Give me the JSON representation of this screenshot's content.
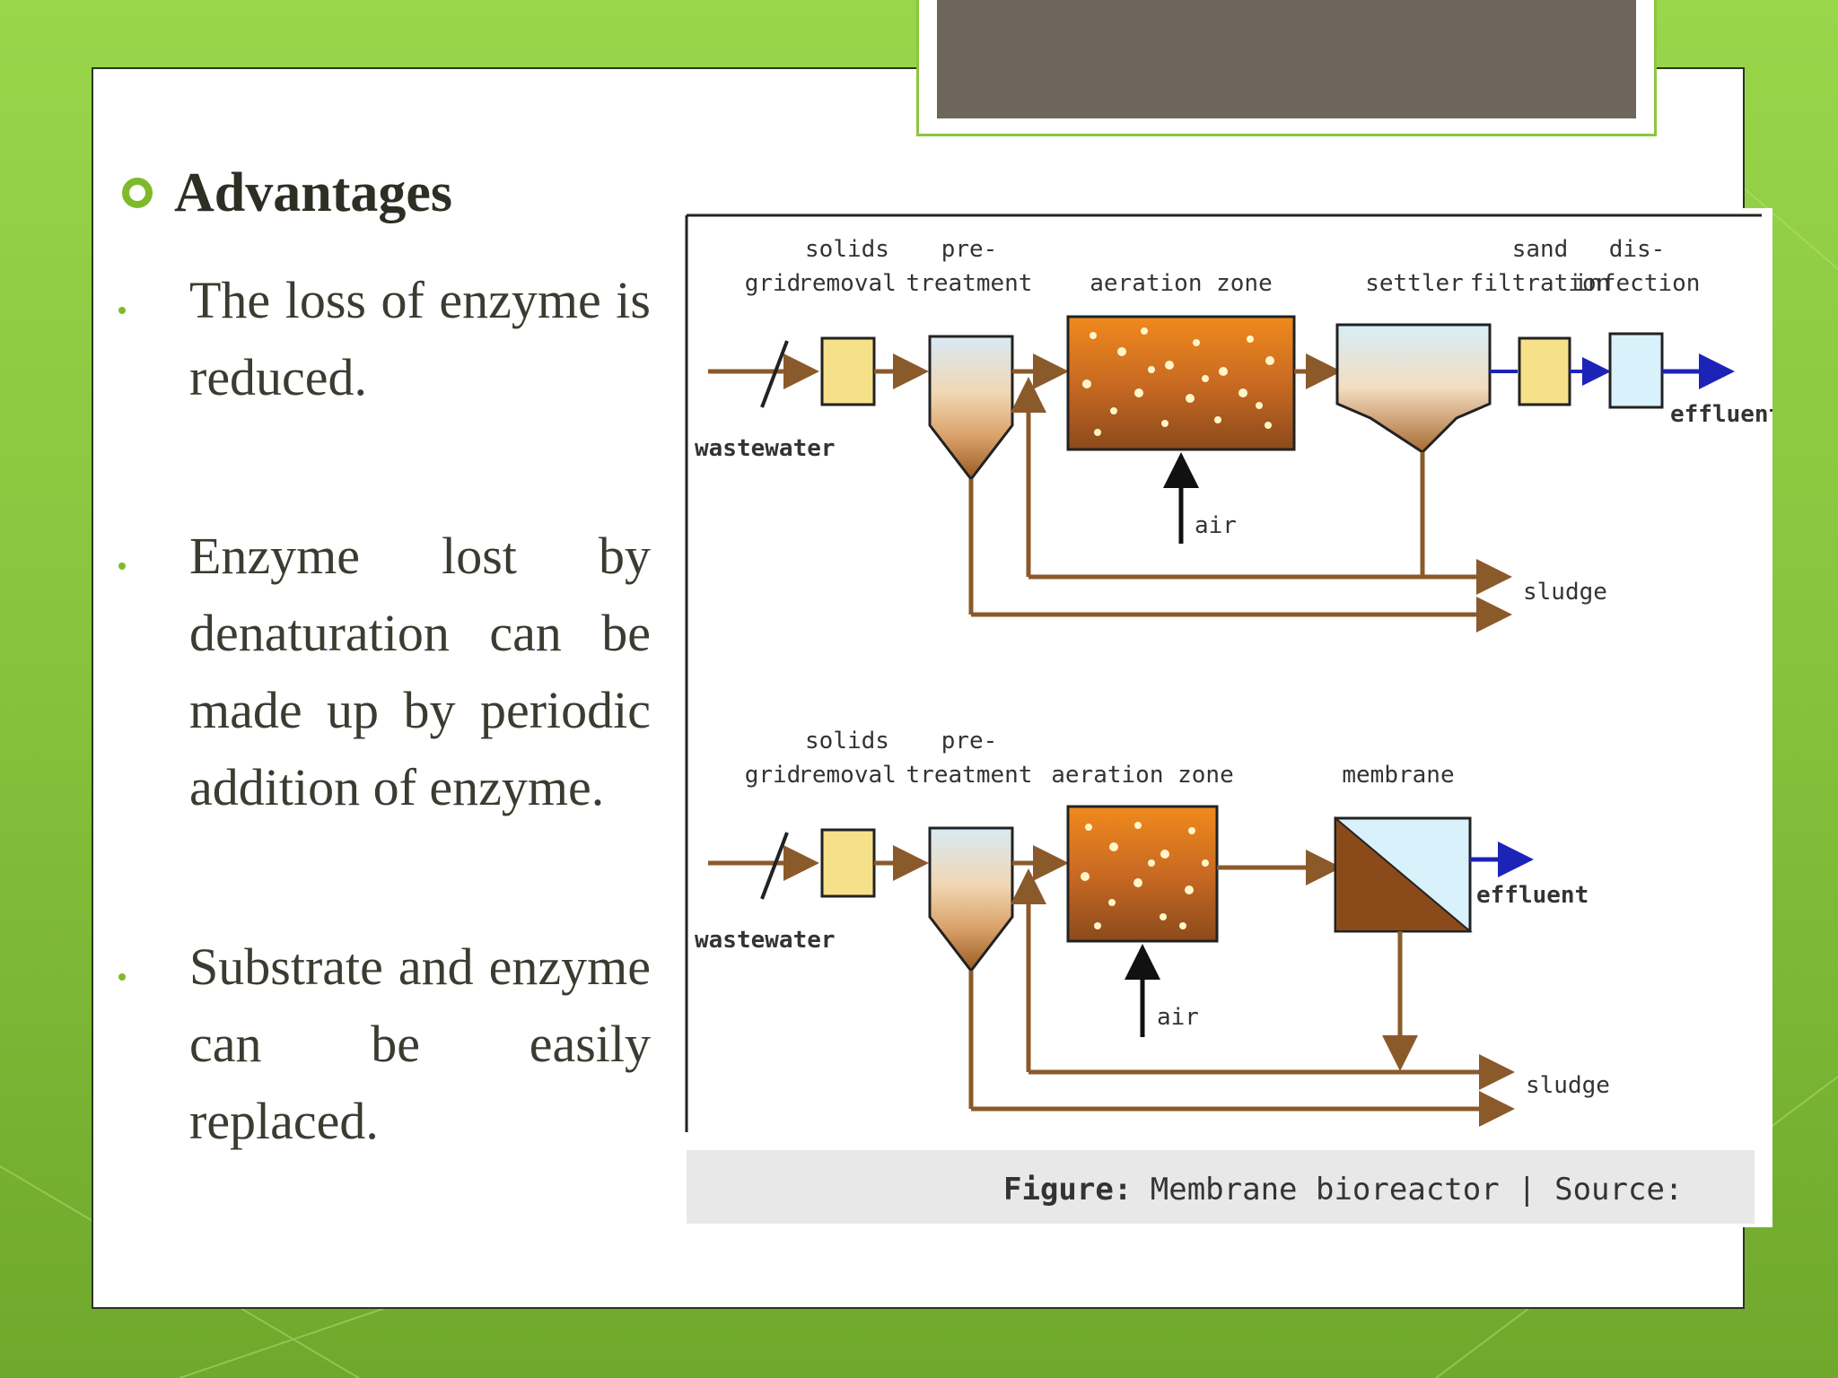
{
  "heading": "Advantages",
  "bullets": [
    "The loss of enzyme is reduced.",
    "Enzyme lost by denaturation can be made up by periodic addition of enzyme.",
    "Substrate and enzyme can be easily replaced."
  ],
  "figure": {
    "top": {
      "grid": "grid",
      "solids_1": "solids",
      "solids_2": "removal",
      "pre_1": "pre-",
      "pre_2": "treatment",
      "aeration": "aeration zone",
      "settler": "settler",
      "sand_1": "sand",
      "sand_2": "filtration",
      "dis_1": "dis-",
      "dis_2": "infection",
      "wastewater": "wastewater",
      "effluent": "effluent",
      "air": "air",
      "sludge": "sludge"
    },
    "bottom": {
      "grid": "grid",
      "solids_1": "solids",
      "solids_2": "removal",
      "pre_1": "pre-",
      "pre_2": "treatment",
      "aeration": "aeration zone",
      "membrane": "membrane",
      "wastewater": "wastewater",
      "effluent": "effluent",
      "air": "air",
      "sludge": "sludge"
    },
    "caption_bold": "Figure:",
    "caption_rest": " Membrane bioreactor | Source:"
  },
  "colors": {
    "background": "#8cc63f",
    "bullet": "#7fba2a",
    "title_tab": "#6e655b",
    "pipe": "#8b5a2b",
    "effluent_arrow": "#1c24b8"
  }
}
